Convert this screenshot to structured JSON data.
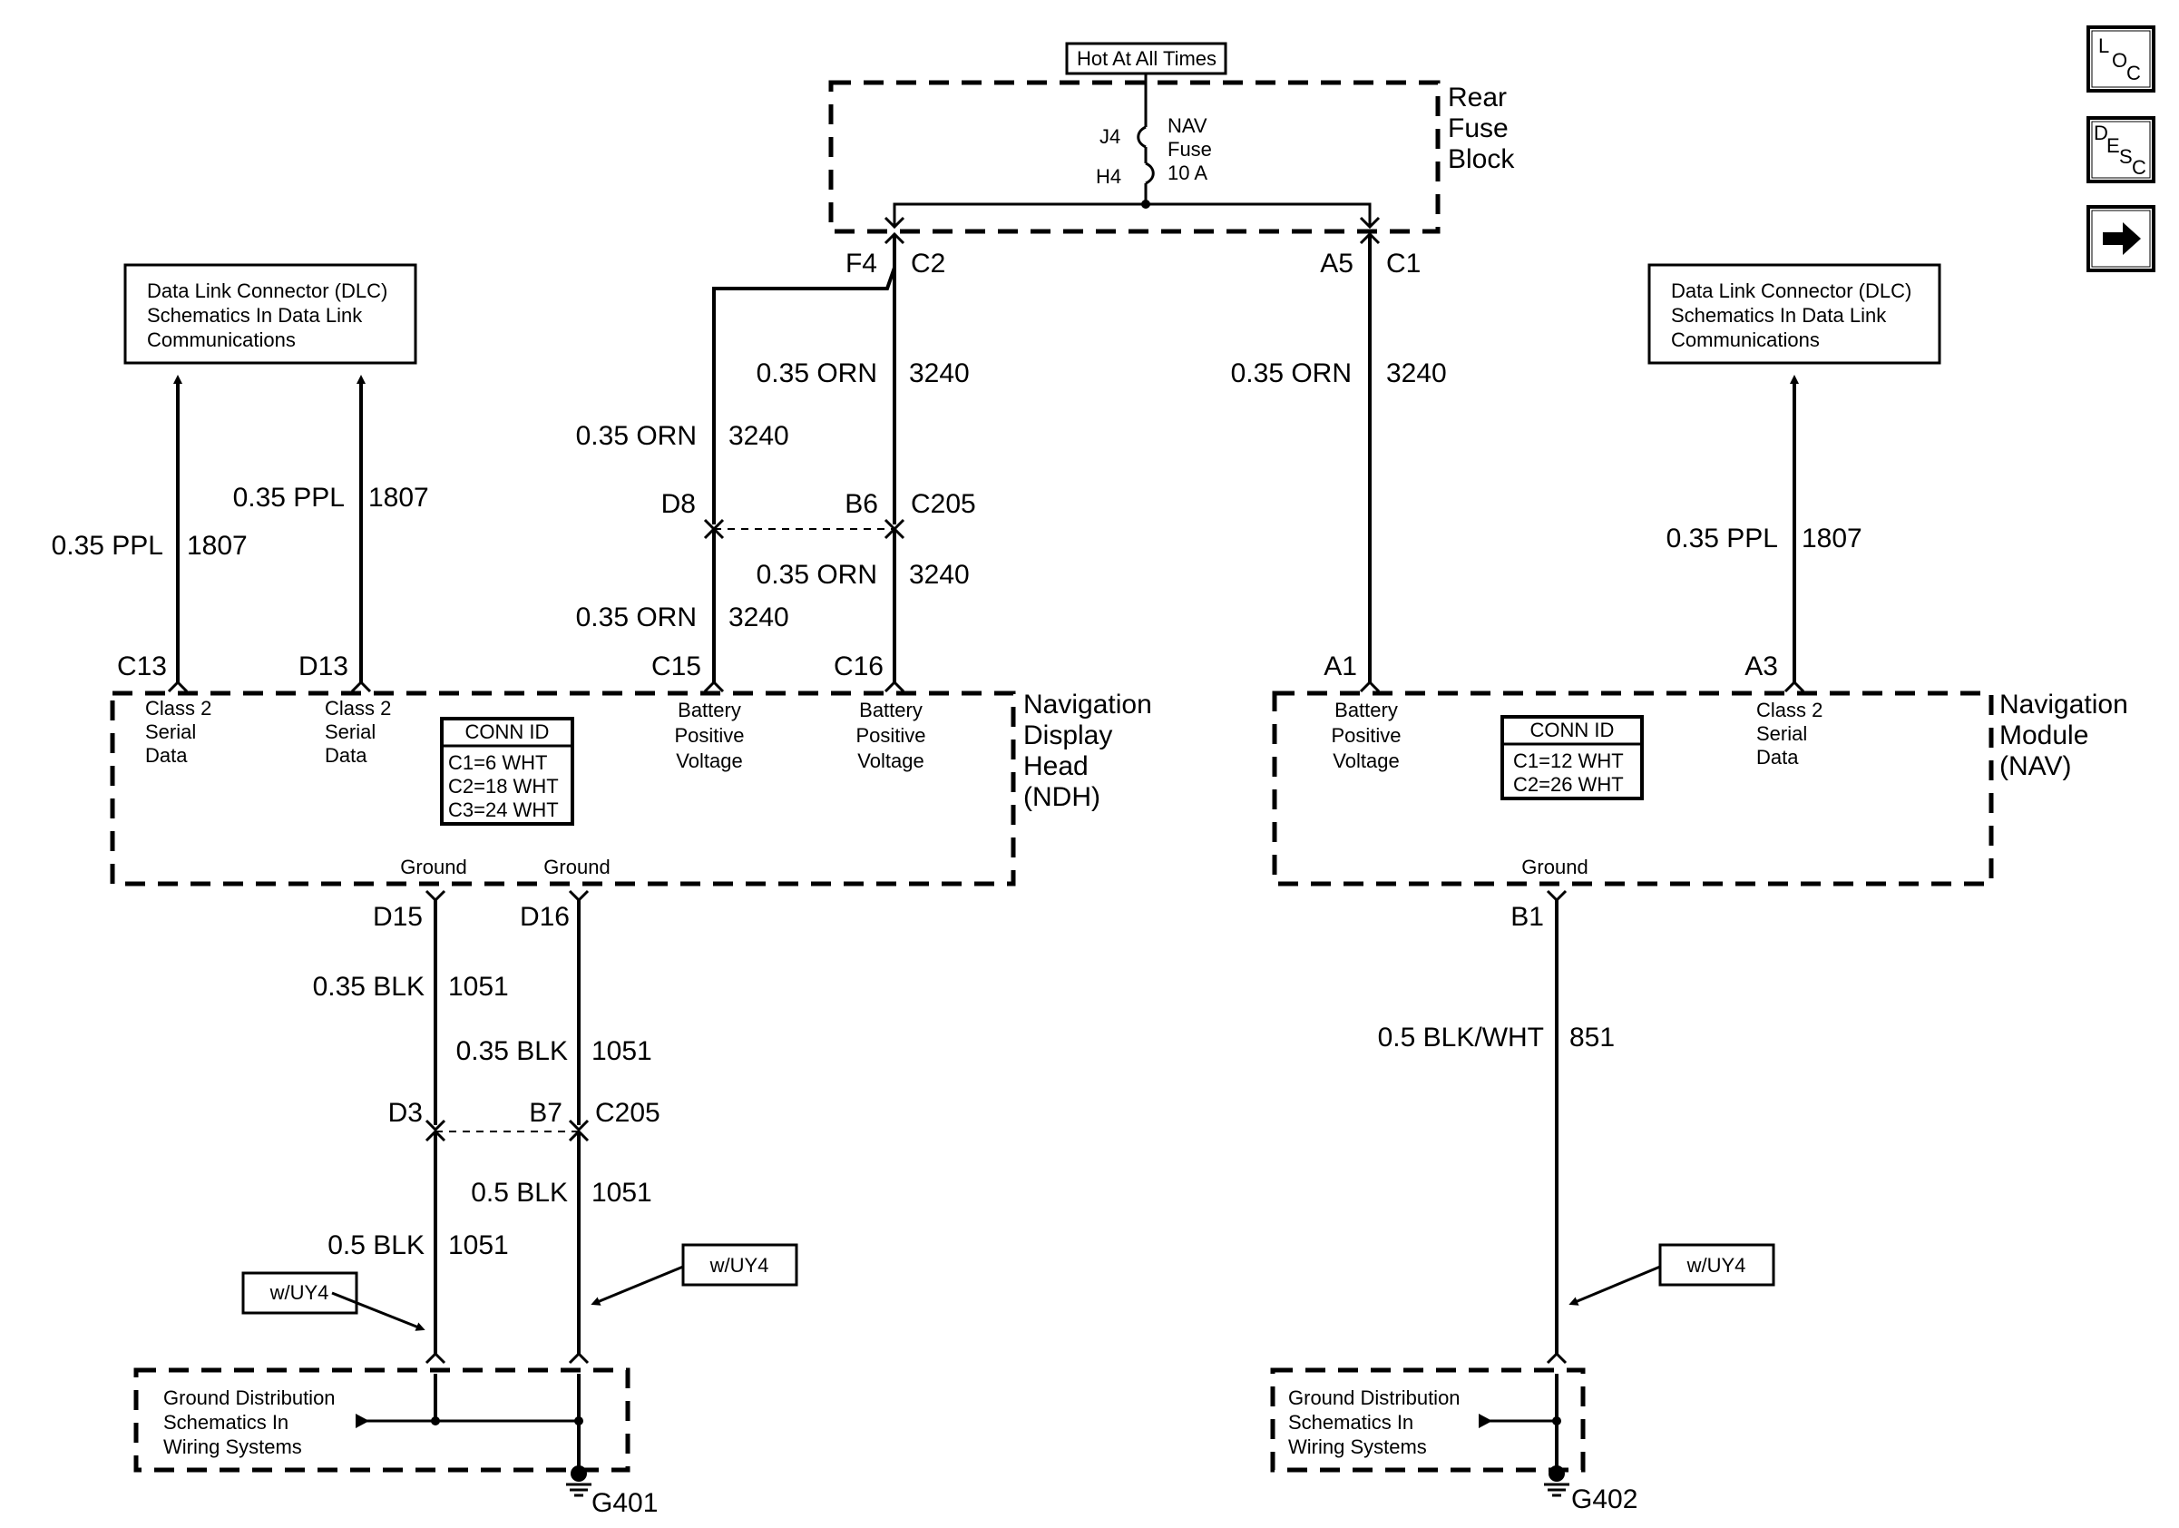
{
  "power": {
    "hot_label": "Hot At All Times",
    "fuse_block": [
      "Rear",
      "Fuse",
      "Block"
    ],
    "fuse_name": [
      "NAV",
      "Fuse",
      "10 A"
    ],
    "fuse_pin_top": "J4",
    "fuse_pin_bottom": "H4"
  },
  "connectors": {
    "f4": "F4",
    "c2": "C2",
    "a5": "A5",
    "c1": "C1",
    "d8": "D8",
    "b6": "B6",
    "c205_top": "C205",
    "c15": "C15",
    "c16": "C16",
    "c13": "C13",
    "d13": "D13",
    "a1": "A1",
    "a3": "A3",
    "d15": "D15",
    "d16": "D16",
    "b1": "B1",
    "d3": "D3",
    "b7": "B7",
    "c205_bottom": "C205"
  },
  "wires": {
    "orn_size": "0.35 ORN",
    "orn_circuit": "3240",
    "ppl_size": "0.35 PPL",
    "ppl_circuit": "1807",
    "blk_size": "0.35 BLK",
    "blk_circuit": "1051",
    "blk05_size": "0.5 BLK",
    "bw_size": "0.5 BLK/WHT",
    "bw_circuit": "851"
  },
  "dlc_ref": [
    "Data Link Connector (DLC)",
    "Schematics In Data Link",
    "Communications"
  ],
  "ndh": {
    "name": [
      "Navigation",
      "Display",
      "Head",
      "(NDH)"
    ],
    "class2": [
      "Class 2",
      "Serial",
      "Data"
    ],
    "battery": [
      "Battery",
      "Positive",
      "Voltage"
    ],
    "ground": "Ground",
    "conn_id_title": "CONN ID",
    "conn_id": [
      "C1=6 WHT",
      "C2=18 WHT",
      "C3=24 WHT"
    ]
  },
  "nav": {
    "name": [
      "Navigation",
      "Module",
      "(NAV)"
    ],
    "class2": [
      "Class 2",
      "Serial",
      "Data"
    ],
    "battery": [
      "Battery",
      "Positive",
      "Voltage"
    ],
    "ground": "Ground",
    "conn_id_title": "CONN ID",
    "conn_id": [
      "C1=12 WHT",
      "C2=26 WHT"
    ]
  },
  "ground_dist": [
    "Ground Distribution",
    "Schematics In",
    "Wiring Systems"
  ],
  "option_tag": "w/UY4",
  "grounds": {
    "left": "G401",
    "right": "G402"
  },
  "nav_icons": {
    "loc_letters": [
      "L",
      "O",
      "C"
    ],
    "desc_letters": [
      "D",
      "E",
      "S",
      "C"
    ],
    "next_icon": "right-arrow-icon"
  }
}
